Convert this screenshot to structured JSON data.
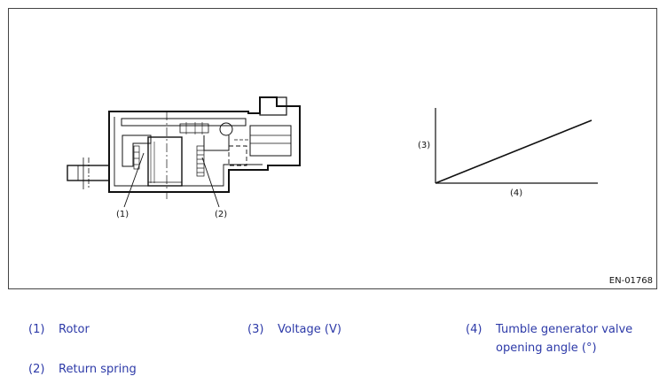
{
  "figure": {
    "code": "EN-01768",
    "callouts": {
      "rotor": "(1)",
      "spring": "(2)",
      "voltage_axis": "(3)",
      "angle_axis": "(4)"
    }
  },
  "legend": [
    {
      "num": "(1)",
      "text": "Rotor"
    },
    {
      "num": "(2)",
      "text": "Return spring"
    },
    {
      "num": "(3)",
      "text": "Voltage (V)"
    },
    {
      "num": "(4)",
      "text": "Tumble generator valve opening angle (°)"
    }
  ],
  "colors": {
    "legend_text": "#2d3aa8",
    "drawing": "#111111"
  }
}
